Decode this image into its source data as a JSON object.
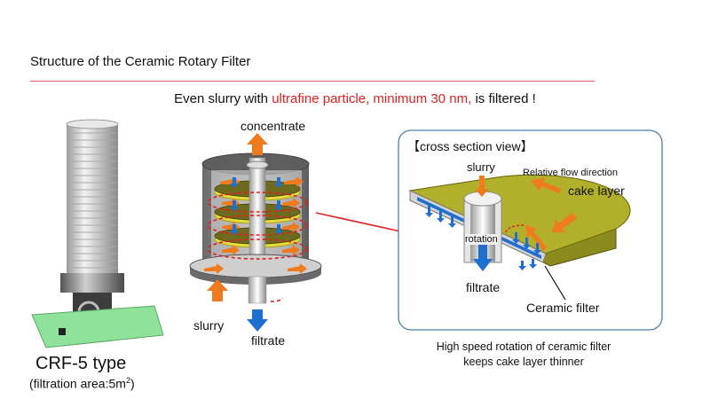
{
  "header": {
    "title": "Structure of the Ceramic Rotary Filter",
    "subtitle_pre": "Even slurry with ",
    "subtitle_highlight": "ultrafine particle, minimum 30 nm,",
    "subtitle_post": " is filtered !"
  },
  "machine": {
    "model": "CRF-5 type",
    "area": "(filtration area:5m",
    "area_sup": "2",
    "area_close": ")"
  },
  "filter_diagram": {
    "concentrate": "concentrate",
    "slurry": "slurry",
    "filtrate": "filtrate"
  },
  "cross_section": {
    "title": "【cross section view】",
    "slurry": "slurry",
    "relative_flow": "Relative flow direction",
    "cake_layer": "cake layer",
    "rotation": "rotation",
    "filtrate": "filtrate",
    "ceramic_filter": "Ceramic filter",
    "caption_line1": "High speed rotation of ceramic filter",
    "caption_line2": "keeps cake layer thinner"
  },
  "colors": {
    "highlight": "#e02020",
    "arrow_orange": "#f07a1e",
    "arrow_blue": "#1f6fd1",
    "disc_yellow": "#e6dd3a",
    "cake_olive": "#8c8b1e",
    "panel_border": "#4a7fb5"
  }
}
